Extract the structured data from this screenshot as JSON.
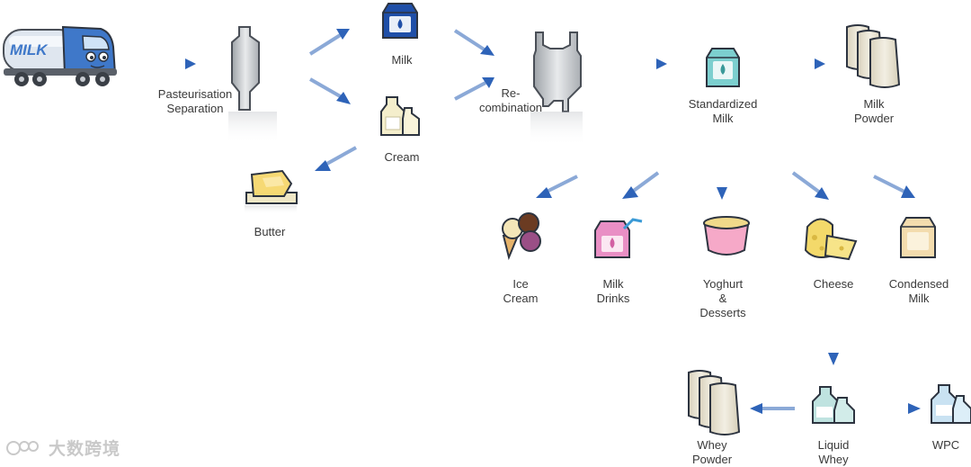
{
  "truck": {
    "text": "MILK"
  },
  "labels": {
    "pasteurisation": "Pasteurisation\nSeparation",
    "milk": "Milk",
    "cream": "Cream",
    "butter": "Butter",
    "recombination": "Re-\ncombination",
    "standardized_milk": "Standardized\nMilk",
    "milk_powder": "Milk\nPowder",
    "ice_cream": "Ice\nCream",
    "milk_drinks": "Milk\nDrinks",
    "yoghurt": "Yoghurt\n&\nDesserts",
    "cheese": "Cheese",
    "condensed_milk": "Condensed\nMilk",
    "whey_powder": "Whey\nPowder",
    "liquid_whey": "Liquid\nWhey",
    "wpc": "WPC"
  },
  "watermark": {
    "text": "大数跨境"
  },
  "colors": {
    "arrow": "#2e63b8",
    "milk_carton": "#1f4fa8",
    "std_carton": "#7ccfcf",
    "drink_carton": "#e98fc5",
    "yoghurt": "#f6a9c8"
  }
}
